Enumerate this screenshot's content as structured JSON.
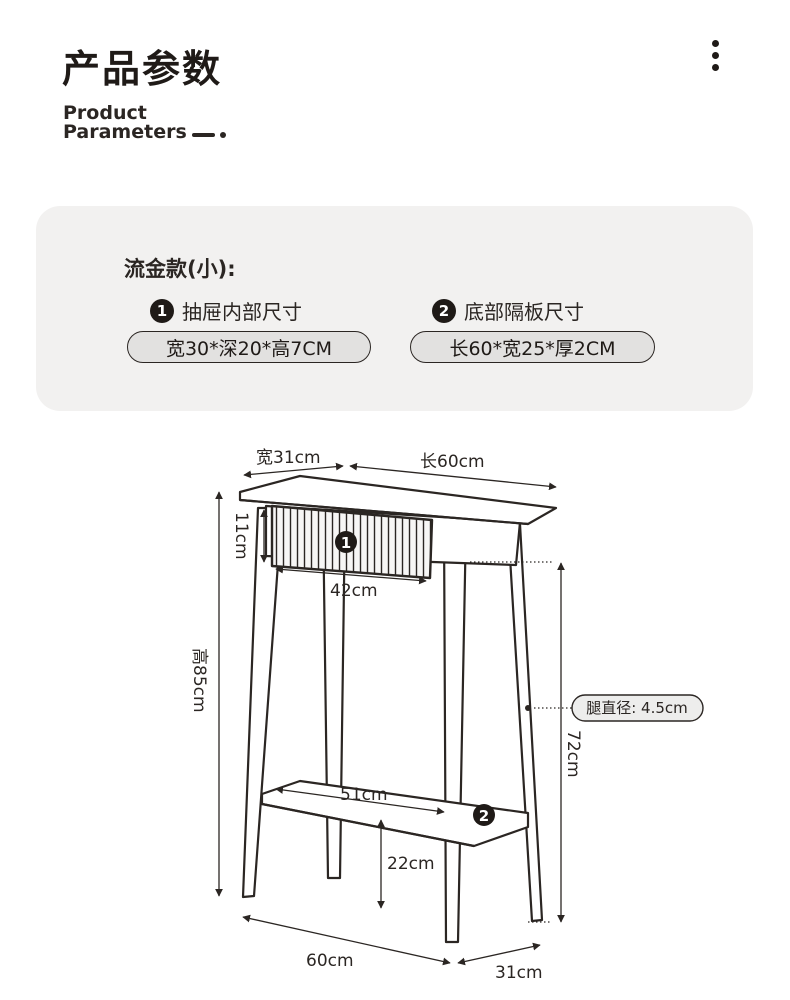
{
  "header": {
    "title_cn": "产品参数",
    "title_en_line1": "Product",
    "title_en_line2": "Parameters",
    "menu_icon": "more-vertical-icon"
  },
  "card": {
    "variant": "流金款(小):",
    "spec1": {
      "number": "1",
      "title": "抽屉内部尺寸",
      "value": "宽30*深20*高7CM"
    },
    "spec2": {
      "number": "2",
      "title": "底部隔板尺寸",
      "value": "长60*宽25*厚2CM"
    }
  },
  "diagram": {
    "top_width": "宽31cm",
    "top_length": "长60cm",
    "drawer_height": "11cm",
    "drawer_width": "42cm",
    "drawer_marker": "1",
    "total_height": "高85cm",
    "leg_diameter": "腿直径: 4.5cm",
    "leg_height": "72cm",
    "shelf_width": "51cm",
    "shelf_marker": "2",
    "shelf_height": "22cm",
    "base_length": "60cm",
    "base_width": "31cm"
  }
}
